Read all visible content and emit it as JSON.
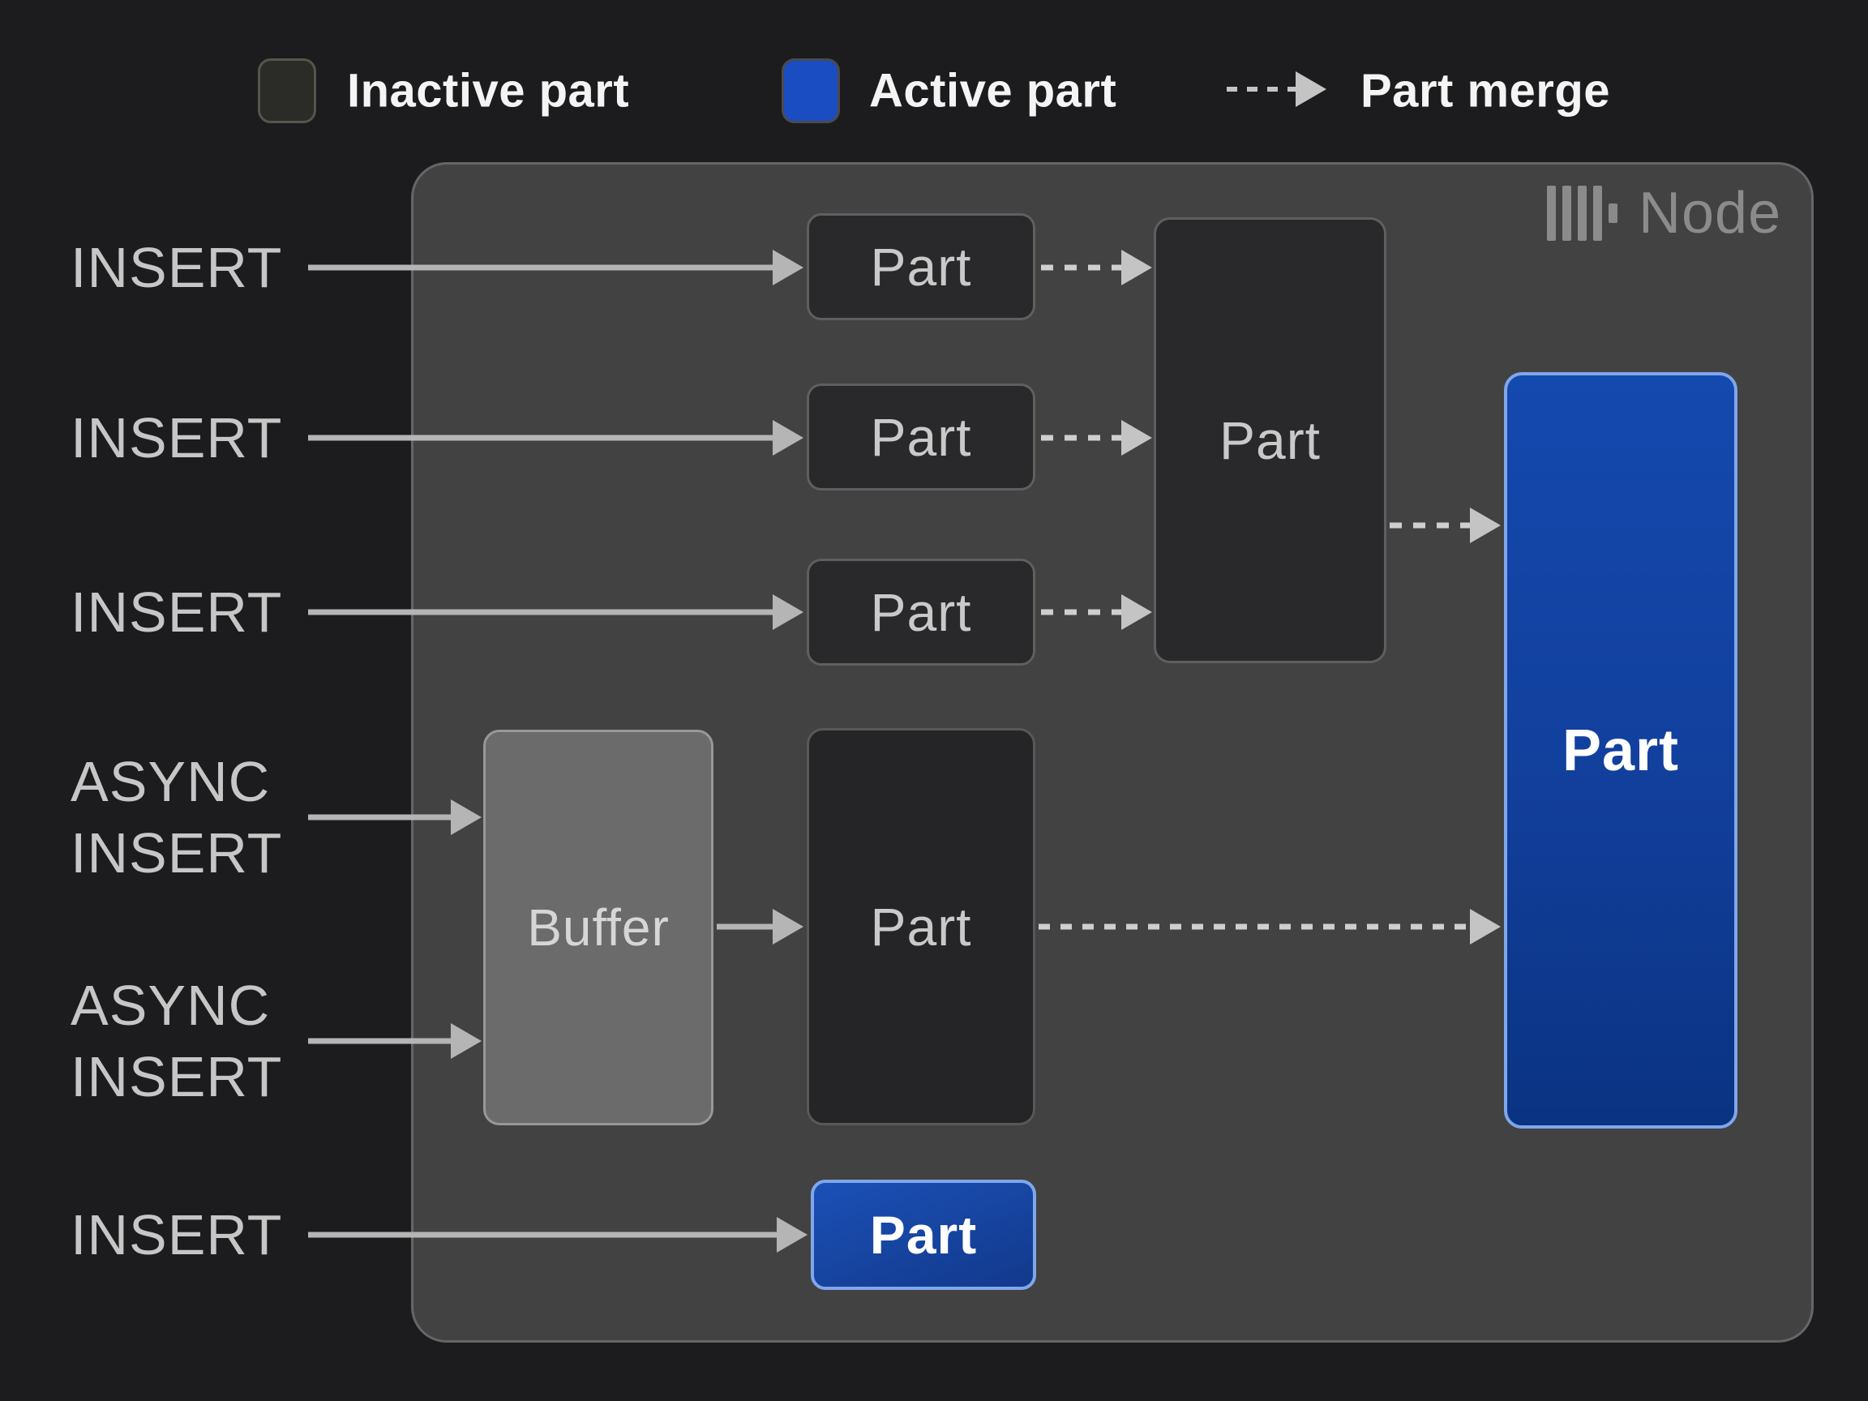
{
  "legend": {
    "inactive_label": "Inactive part",
    "active_label": "Active part",
    "merge_label": "Part merge"
  },
  "node": {
    "title": "Node",
    "logo_icon": "clickhouse-bars-icon"
  },
  "inputs": {
    "insert1": "INSERT",
    "insert2": "INSERT",
    "insert3": "INSERT",
    "async1_line1": "ASYNC",
    "async1_line2": "INSERT",
    "async2_line1": "ASYNC",
    "async2_line2": "INSERT",
    "insert4": "INSERT"
  },
  "boxes": {
    "part_small_1": "Part",
    "part_small_2": "Part",
    "part_small_3": "Part",
    "part_merged": "Part",
    "buffer": "Buffer",
    "part_async": "Part",
    "part_active_large": "Part",
    "part_active_small": "Part"
  },
  "colors": {
    "background": "#1c1c1e",
    "node_background": "#424242",
    "inactive_part_fill": "#29292b",
    "inactive_part_border": "#5f5f5f",
    "active_part_fill_top": "#1449ae",
    "active_part_fill_bottom": "#0a3382",
    "active_part_border": "#7fa7eb",
    "buffer_fill": "#6b6b6b",
    "buffer_border": "#989898",
    "arrow_solid": "#b5b5b5",
    "arrow_dashed": "#cfcfcf",
    "label_text": "#c6c6c6",
    "legend_text": "#f4f4f4",
    "node_label_text": "#8b8b8b"
  }
}
